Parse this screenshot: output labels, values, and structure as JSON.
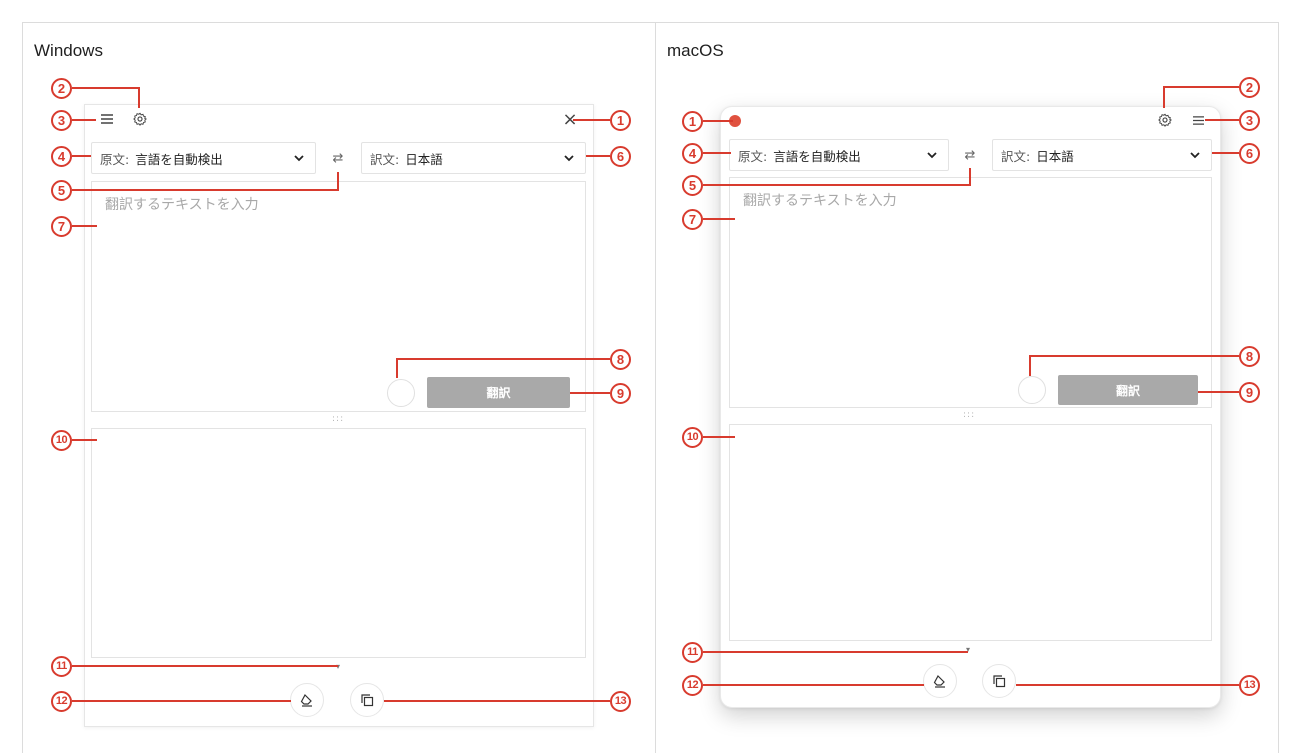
{
  "windows_label": "Windows",
  "macos_label": "macOS",
  "app": {
    "source_prefix": "原文:",
    "source_value": "言語を自動検出",
    "target_prefix": "訳文:",
    "target_value": "日本語",
    "placeholder": "翻訳するテキストを入力",
    "translate_label": "翻訳",
    "swap_glyph": "⇄",
    "grip_glyph": ":::",
    "close_glyph": "×"
  },
  "callouts": [
    "1",
    "2",
    "3",
    "4",
    "5",
    "6",
    "7",
    "8",
    "9",
    "10",
    "11",
    "12",
    "13"
  ],
  "colors": {
    "callout": "#d83b2e",
    "close_dot": "#e0513f",
    "translate_button": "#a9a9a9"
  },
  "icons": [
    "close-icon",
    "gear-icon",
    "hamburger-menu-icon",
    "chevron-down-icon",
    "swap-icon",
    "eraser-icon",
    "copy-icon",
    "grip-icon"
  ]
}
